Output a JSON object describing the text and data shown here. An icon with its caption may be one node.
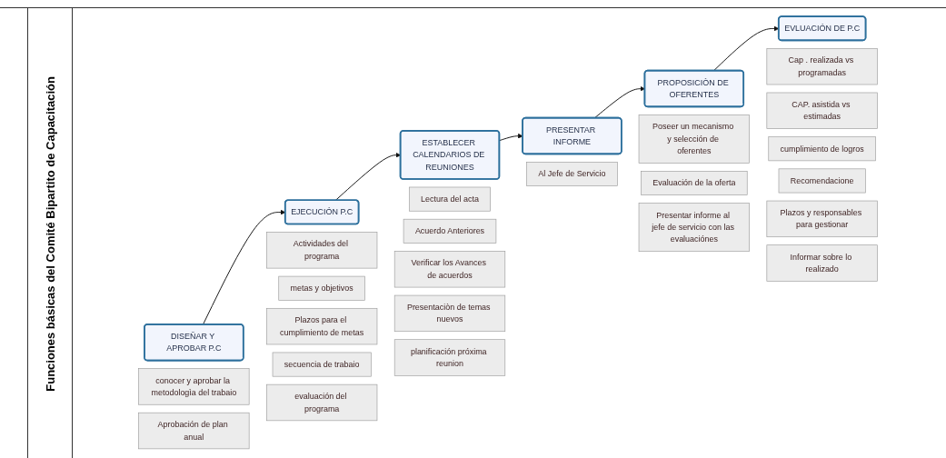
{
  "diagram": {
    "title": "Funciones básicas del Comité Bipartito de Capacitación",
    "nodes": [
      {
        "text": [
          "DISEÑAR Y APROBAR P.C"
        ]
      },
      {
        "text": [
          "EJECUCIÓN P.C"
        ]
      },
      {
        "text": [
          "ESTABLECER CALENDARIOS DE REUNIONES"
        ]
      },
      {
        "text": [
          "PRESENTAR INFORME"
        ]
      },
      {
        "text": [
          "PROPOSICIÒN DE OFERENTES"
        ]
      },
      {
        "text": [
          "EVLUACIÓN DE P.C"
        ]
      },
      {
        "text": [
          "conocer y aprobar la metodologìa del trabaio"
        ]
      },
      {
        "text": [
          "Aprobación de plan anual"
        ]
      },
      {
        "text": [
          "Actividades del programa"
        ]
      },
      {
        "text": [
          "metas y objetivos"
        ]
      },
      {
        "text": [
          "Plazos para el cumplimiento de metas"
        ]
      },
      {
        "text": [
          "secuencia de trabaio"
        ]
      },
      {
        "text": [
          "evaluación del programa"
        ]
      },
      {
        "text": [
          "Lectura del acta"
        ]
      },
      {
        "text": [
          "Acuerdo Anteriores"
        ]
      },
      {
        "text": [
          "Verificar los Avances de acuerdos"
        ]
      },
      {
        "text": [
          "Presentaciòn de temas nuevos"
        ]
      },
      {
        "text": [
          "planificación próxima reunion"
        ]
      },
      {
        "text": [
          "Al Jefe de Servicio"
        ]
      },
      {
        "text": [
          "Poseer un mecanismo y selección de oferentes"
        ]
      },
      {
        "text": [
          "Evaluación de la oferta"
        ]
      },
      {
        "text": [
          "Presentar informe al jefe de servicio con las evaluaciónes"
        ]
      },
      {
        "text": [
          "Cap . realizada vs programadas"
        ]
      },
      {
        "text": [
          "CAP. asistida vs estimadas"
        ]
      },
      {
        "text": [
          "cumplimiento de logros"
        ]
      },
      {
        "text": [
          "Recomendacione"
        ]
      },
      {
        "text": [
          "Plazos y responsables para gestionar"
        ]
      },
      {
        "text": [
          "Informar sobre lo realizado"
        ]
      }
    ],
    "edges": [
      {
        "from": 0,
        "to": 1,
        "arrow": "to"
      },
      {
        "from": 1,
        "to": 2,
        "arrow": "to"
      },
      {
        "from": 2,
        "to": 3,
        "arrow": "to"
      },
      {
        "from": 3,
        "to": 4,
        "arrow": "to"
      },
      {
        "from": 4,
        "to": 5,
        "arrow": "to"
      }
    ]
  }
}
